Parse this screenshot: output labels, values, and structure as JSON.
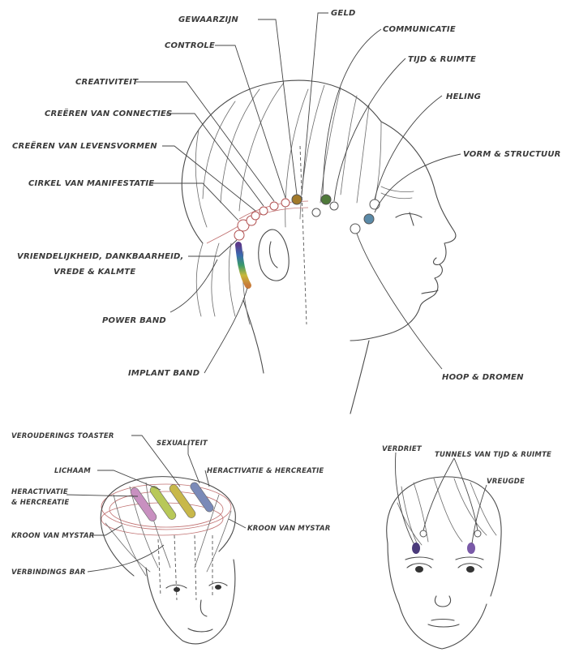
{
  "side_view": {
    "labels": {
      "gewaarzijn": "GEWAARZIJN",
      "geld": "GELD",
      "communicatie": "COMMUNICATIE",
      "controle": "CONTROLE",
      "tijd_ruimte": "TIJD & RUIMTE",
      "creativiteit": "CREATIVITEIT",
      "heling": "HELING",
      "creeren_connecties": "CREËREN VAN CONNECTIES",
      "creeren_levensvormen": "CREËREN VAN LEVENSVORMEN",
      "vorm_structuur": "VORM & STRUCTUUR",
      "cirkel_manifestatie": "CIRKEL VAN MANIFESTATIE",
      "vriendelijkheid_1": "VRIENDELIJKHEID, DANKBAARHEID,",
      "vriendelijkheid_2": "VREDE & KALMTE",
      "power_band": "POWER BAND",
      "implant_band": "IMPLANT BAND",
      "hoop_dromen": "HOOP & DROMEN"
    },
    "point_colors": {
      "gewaarzijn": "#a27a2a",
      "communicatie": "#4f7a3a",
      "vorm_structuur": "#5a8aa8"
    },
    "power_band_gradient": [
      "#5a3a8a",
      "#3a6ab0",
      "#3a9a6a",
      "#c8b83a",
      "#c87a3a"
    ]
  },
  "top_view": {
    "labels": {
      "verouderings_toaster": "VEROUDERINGS TOASTER",
      "sexualiteit": "SEXUALITEIT",
      "lichaam": "LICHAAM",
      "heractivatie_right": "HERACTIVATIE & HERCREATIE",
      "heractivatie_left_1": "HERACTIVATIE",
      "heractivatie_left_2": "& HERCREATIE",
      "kroon_left": "KROON VAN MYSTAR",
      "kroon_right": "KROON VAN MYSTAR",
      "verbindings_bar": "VERBINDINGS BAR"
    },
    "bar_colors": [
      "#c890c0",
      "#b8c858",
      "#c8b84a",
      "#7a8ab8"
    ]
  },
  "front_view": {
    "labels": {
      "verdriet": "VERDRIET",
      "tunnels": "TUNNELS VAN TIJD & RUIMTE",
      "vreugde": "VREUGDE"
    },
    "point_colors": {
      "verdriet": "#4a3a7a",
      "vreugde": "#7a5aa8"
    }
  }
}
